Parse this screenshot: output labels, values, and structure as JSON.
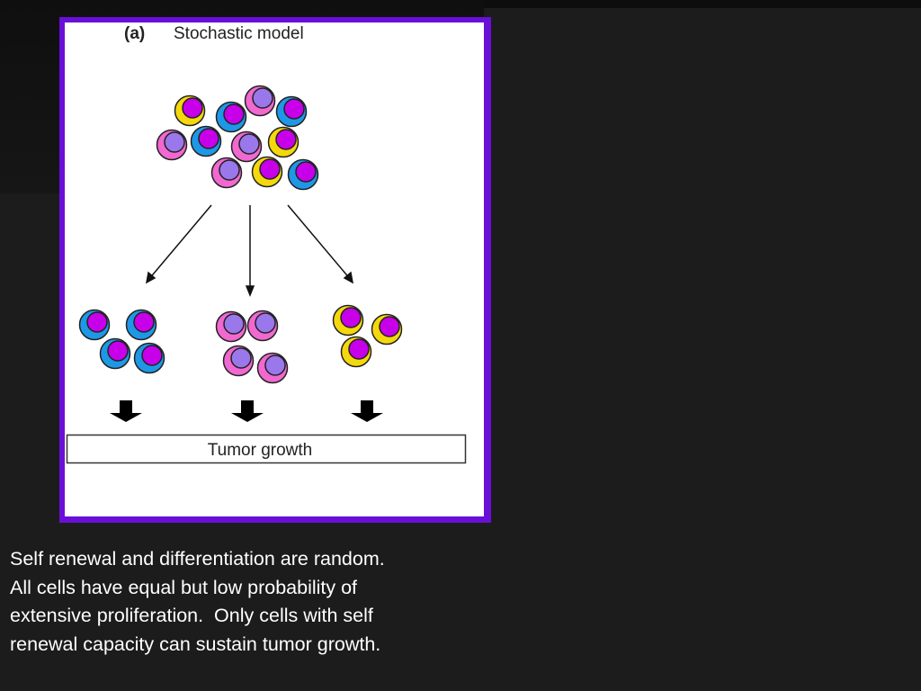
{
  "figure": {
    "panel_label": "(a)",
    "title": "Stochastic model",
    "outcome_label": "Tumor growth",
    "colors": {
      "frame": "#6a0fd8",
      "yellow_cell": "#f5d80c",
      "blue_cell": "#1e98e6",
      "pink_cell": "#f068d0",
      "magenta_nucleus": "#c800ea",
      "lavender_nucleus": "#9a78ec"
    }
  },
  "caption": {
    "lines": [
      "Self renewal and differentiation are random.",
      "All cells have equal but low probability of",
      "extensive proliferation.  Only cells with self",
      "renewal capacity can sustain tumor growth."
    ]
  }
}
